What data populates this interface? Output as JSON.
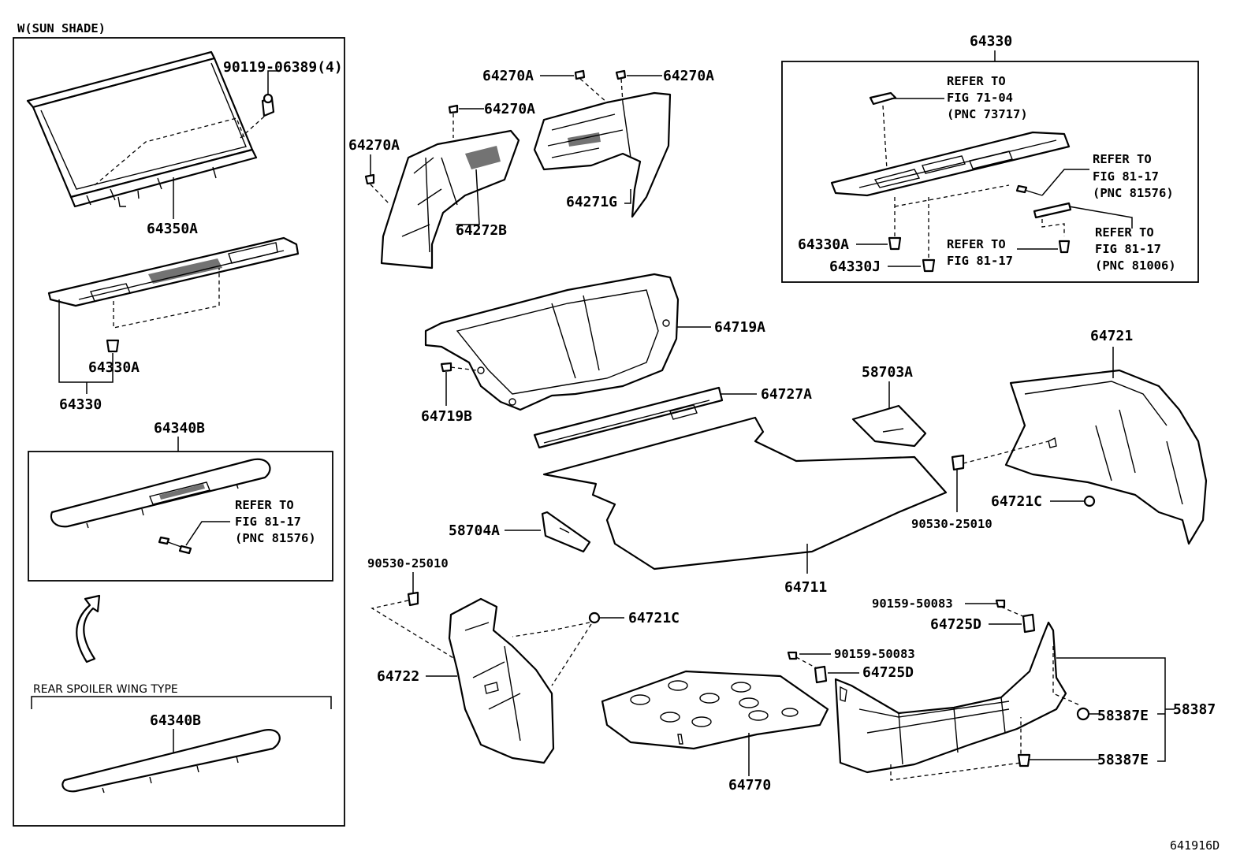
{
  "section_left_title": "W(SUN SHADE)",
  "section_spoiler_title": "REAR SPOILER WING TYPE",
  "figure_code": "641916D",
  "labels": {
    "p90119": "90119-06389(4)",
    "p64350A": "64350A",
    "p64330A_left": "64330A",
    "p64330_left": "64330",
    "p64340B_box": "64340B",
    "p64340B_spoiler": "64340B",
    "p64270A_1": "64270A",
    "p64270A_2": "64270A",
    "p64270A_3": "64270A",
    "p64270A_4": "64270A",
    "p64271G": "64271G",
    "p64272B": "64272B",
    "p64330_top": "64330",
    "p64330A_right": "64330A",
    "p64330J": "64330J",
    "p64719A": "64719A",
    "p64719B": "64719B",
    "p64727A": "64727A",
    "p58703A": "58703A",
    "p64721": "64721",
    "p64721C_right": "64721C",
    "p90530_right": "90530-25010",
    "p58704A": "58704A",
    "p64711": "64711",
    "p90530_left": "90530-25010",
    "p64721C_left": "64721C",
    "p64722": "64722",
    "p64770": "64770",
    "p90159_1": "90159-50083",
    "p64725D_1": "64725D",
    "p90159_2": "90159-50083",
    "p64725D_2": "64725D",
    "p58387E_1": "58387E",
    "p58387E_2": "58387E",
    "p58387": "58387"
  },
  "refs": {
    "box_ref": [
      "REFER TO",
      "FIG 81-17",
      "(PNC 81576)"
    ],
    "top_ref1": [
      "REFER TO",
      "FIG 71-04",
      "(PNC 73717)"
    ],
    "top_ref2": [
      "REFER TO",
      "FIG 81-17",
      "(PNC 81576)"
    ],
    "top_ref3": [
      "REFER TO",
      "FIG 81-17"
    ],
    "top_ref4": [
      "REFER TO",
      "FIG 81-17",
      "(PNC 81006)"
    ]
  }
}
